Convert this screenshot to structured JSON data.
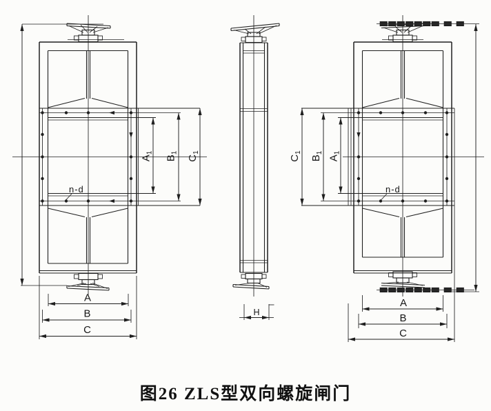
{
  "caption": "图26 ZLS型双向螺旋闸门",
  "labels": {
    "A": "A",
    "B": "B",
    "C": "C",
    "A1_base": "A",
    "A1_sub": "1",
    "B1_base": "B",
    "B1_sub": "1",
    "C1_base": "C",
    "C1_sub": "1",
    "n_d": "n-d",
    "H": "H"
  },
  "colors": {
    "ink": "#1f1f1f",
    "paper": "#fcfcfa"
  }
}
